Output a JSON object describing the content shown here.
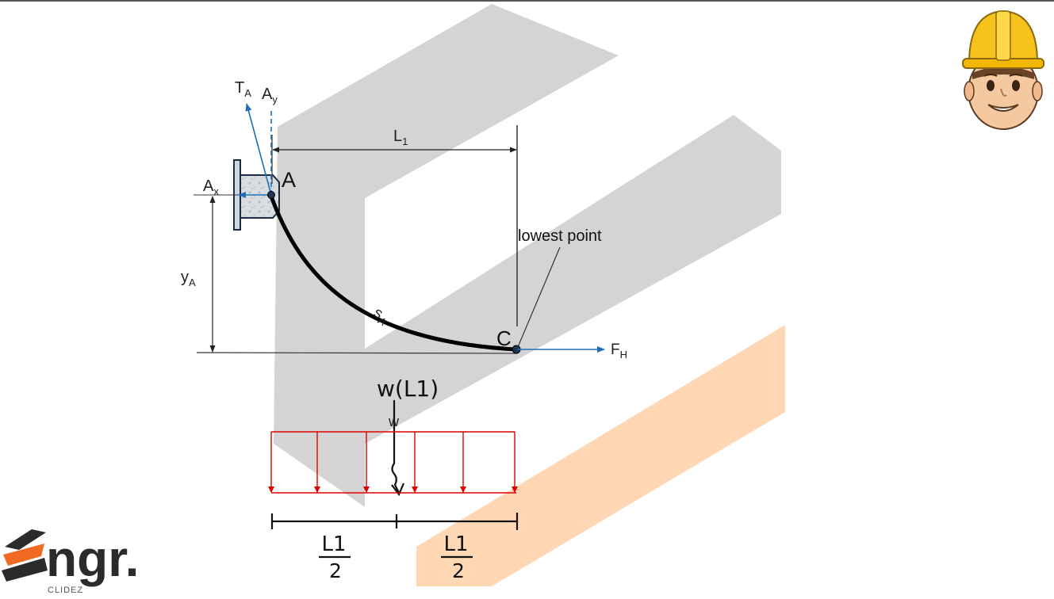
{
  "labels": {
    "point_a": "A",
    "point_c": "C",
    "tension": {
      "main": "T",
      "sub": "A"
    },
    "ay": {
      "main": "A",
      "sub": "y"
    },
    "ax": {
      "main": "A",
      "sub": "x"
    },
    "span": {
      "main": "L",
      "sub": "1"
    },
    "height": {
      "main": "y",
      "sub": "A"
    },
    "arc": {
      "main": "s",
      "sub": "A"
    },
    "fh": {
      "main": "F",
      "sub": "H"
    },
    "lowest_point": "lowest point",
    "resultant": "w(L1)",
    "load_intensity": "w",
    "half_left": {
      "num": "L1",
      "den": "2"
    },
    "half_right": {
      "num": "L1",
      "den": "2"
    }
  },
  "logo": {
    "brand": "ngr.",
    "tagline": "CLIDEZ"
  },
  "colors": {
    "blue": "#1f6fb8",
    "red": "#e00000",
    "black": "#000000",
    "watermark_gray": "#d4d4d4",
    "watermark_orange": "#ffd7b5",
    "brand_orange": "#f26a21"
  },
  "icons": {
    "mascot": "engineer-hardhat-icon"
  }
}
